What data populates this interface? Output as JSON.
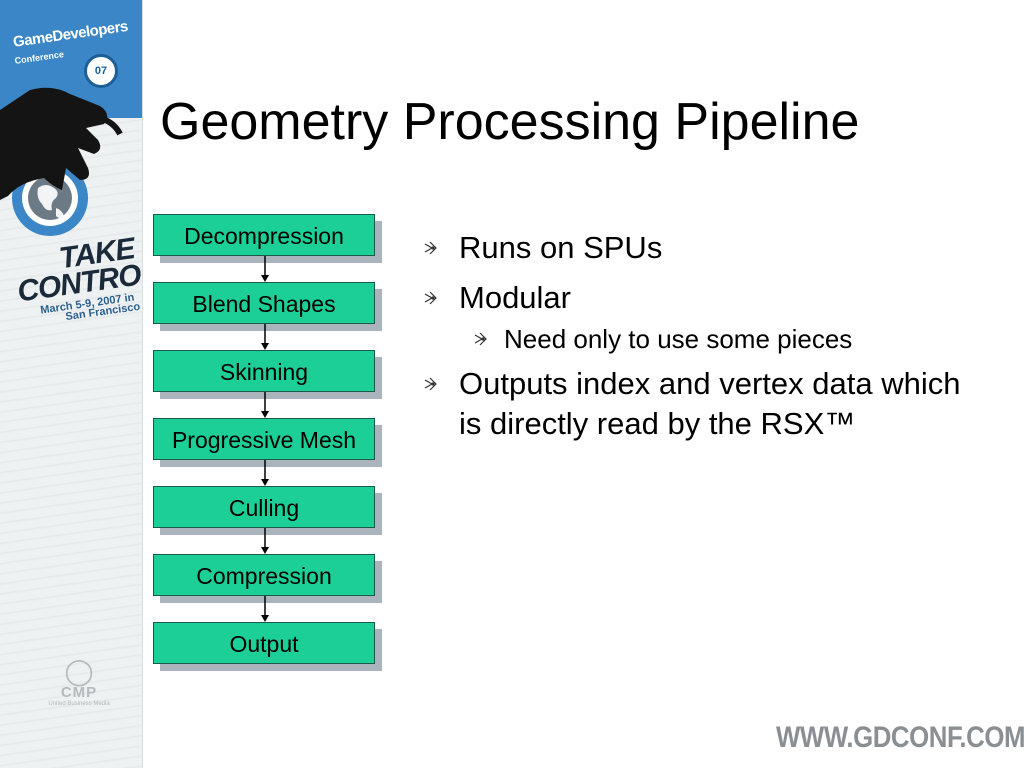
{
  "sidebar": {
    "logo_line1": "GameDevelopers",
    "logo_line2": "Conference",
    "logo_year": "07",
    "tagline_1": "TAKE",
    "tagline_2": "CONTROL",
    "event_dates": "March 5-9, 2007 in",
    "event_location": "San Francisco",
    "cmp_name": "CMP",
    "cmp_sub": "United Business Media"
  },
  "title": "Geometry Processing Pipeline",
  "pipeline": {
    "stages": [
      "Decompression",
      "Blend Shapes",
      "Skinning",
      "Progressive Mesh",
      "Culling",
      "Compression",
      "Output"
    ]
  },
  "bullets": [
    {
      "level": 1,
      "text": "Runs on SPUs"
    },
    {
      "level": 1,
      "text": "Modular"
    },
    {
      "level": 2,
      "text": "Need only to use some pieces"
    },
    {
      "level": 1,
      "text": "Outputs index and vertex data which is directly read by the RSX™"
    }
  ],
  "footer": {
    "url": "WWW.GDCONF.COM"
  },
  "colors": {
    "stage_fill": "#1ccf97",
    "stage_shadow": "#a9b4bd",
    "sidebar_blue": "#3b86c6"
  }
}
